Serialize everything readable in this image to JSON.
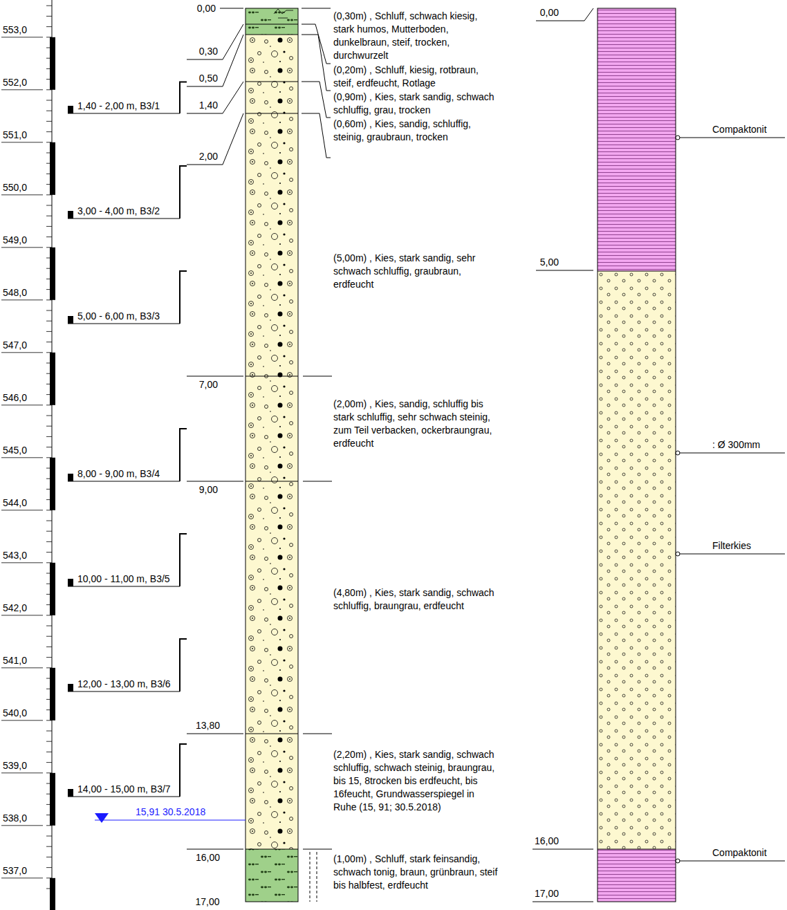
{
  "diagram": {
    "labels": [
      "553,0",
      "552,0",
      "551,0",
      "550,0",
      "549,0",
      "548,0",
      "547,0",
      "546,0",
      "545,0",
      "544,0",
      "543,0",
      "542,0",
      "541,0",
      "540,0",
      "539,0",
      "538,0",
      "537,0",
      "1,40 - 2,00 m, B3/1",
      "3,00 - 4,00 m, B3/2",
      "5,00 - 6,00 m, B3/3",
      "8,00 - 9,00 m, B3/4",
      "10,00 - 11,00 m, B3/5",
      "12,00 - 13,00 m, B3/6",
      "14,00 - 15,00 m, B3/7",
      "0,00",
      "0,30",
      "0,50",
      "1,40",
      "2,00",
      "7,00",
      "9,00",
      "13,80",
      "16,00",
      "17,00",
      "(0,30m) , Schluff, schwach kiesig, stark humos, Mutterboden, dunkelbraun, steif, trocken, durchwurzelt",
      "(0,20m) , Schluff, kiesig, rotbraun, steif, erdfeucht, Rotlage",
      "(0,90m) , Kies, stark sandig, schwach schluffig, grau, trocken",
      "(0,60m) , Kies, sandig, schluffig, steinig, graubraun, trocken",
      "(5,00m) , Kies, stark sandig, sehr schwach schluffig, graubraun, erdfeucht",
      "(2,00m) , Kies, sandig, schluffig bis stark schluffig, sehr schwach steinig, zum Teil verbacken, ockerbraungrau, erdfeucht",
      "(4,80m) , Kies, stark sandig, schwach schluffig, braungrau, erdfeucht",
      "(2,20m) , Kies, stark sandig, schwach schluffig, schwach steinig, braungrau, bis 15, 8trocken bis erdfeucht, bis 16feucht, Grundwasserspiegel in Ruhe (15, 91; 30.5.2018)",
      "(1,00m) , Schluff, stark feinsandig, schwach tonig, braun, grünbraun, steif bis halbfest, erdfeucht",
      "15,91 30.5.2018",
      "0,00",
      "5,00",
      "16,00",
      "17,00",
      "Compaktonit",
      ": Ø 300mm",
      "Filterkies",
      "Compaktonit"
    ]
  }
}
